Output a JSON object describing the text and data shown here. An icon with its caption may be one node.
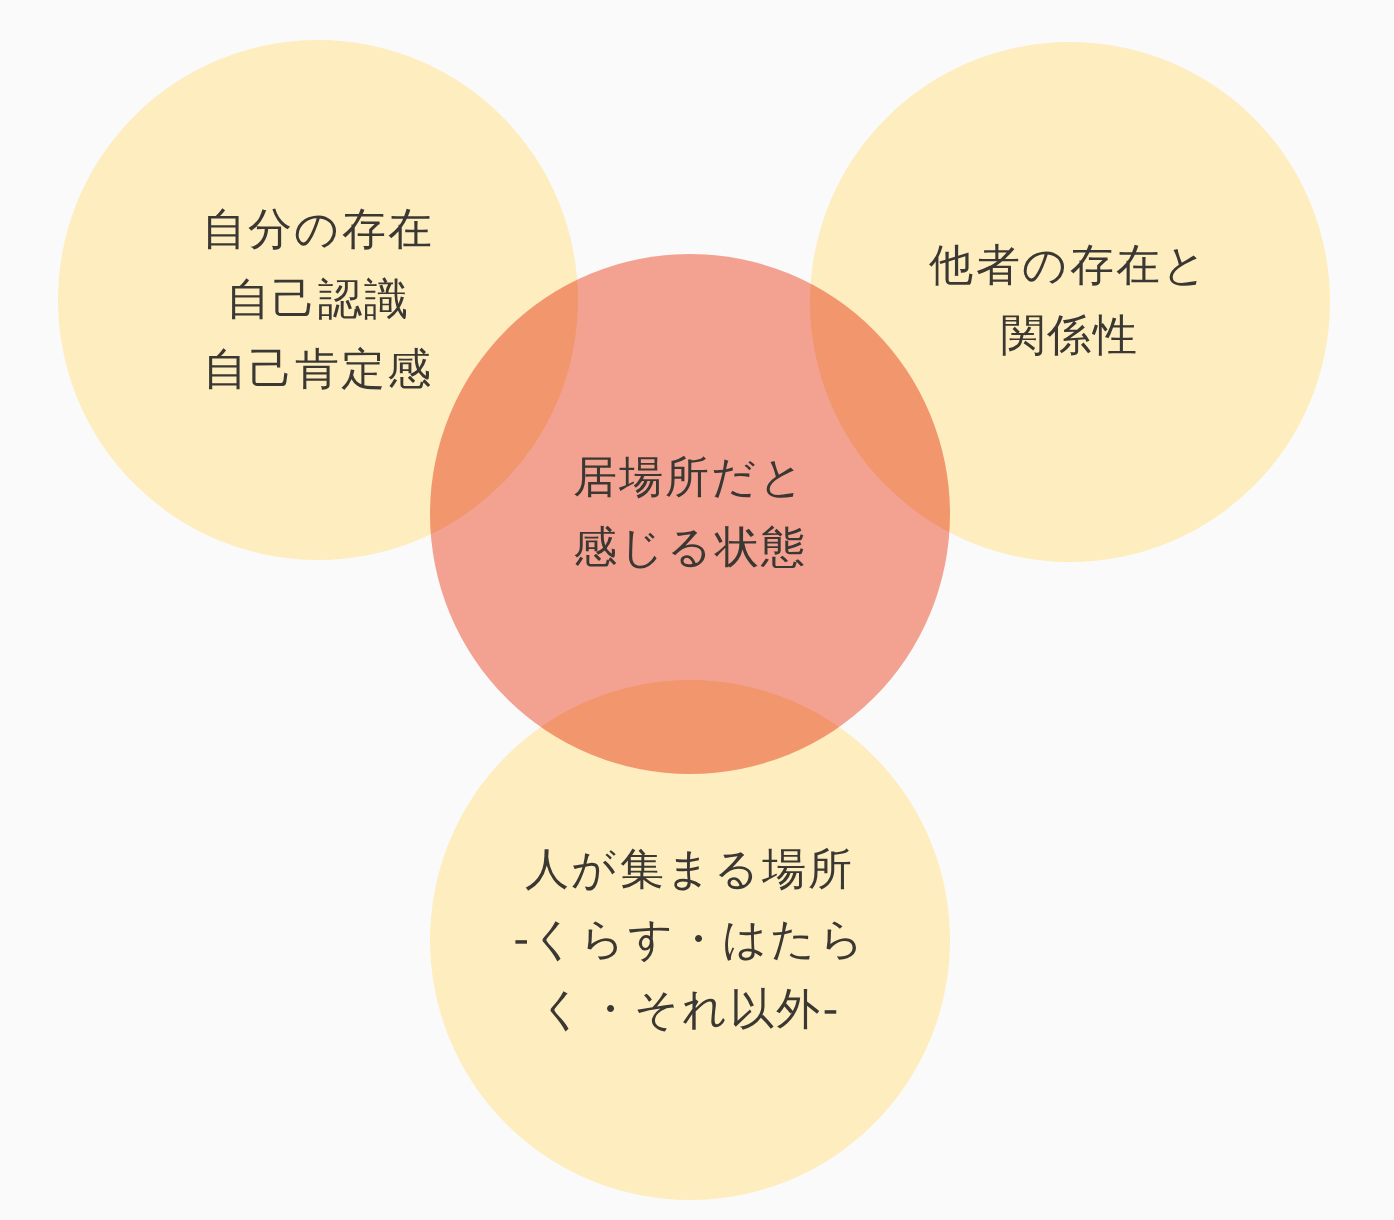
{
  "diagram": {
    "nodes": [
      {
        "text": [
          "自分の存在",
          "自己認識",
          "自己肯定感"
        ]
      },
      {
        "text": [
          "他者の存在と関係性"
        ]
      },
      {
        "text": [
          "居場所だと感じる状態"
        ]
      },
      {
        "text": [
          "人が集まる場所",
          "-くらす・はたらく・それ以外-"
        ]
      }
    ]
  }
}
